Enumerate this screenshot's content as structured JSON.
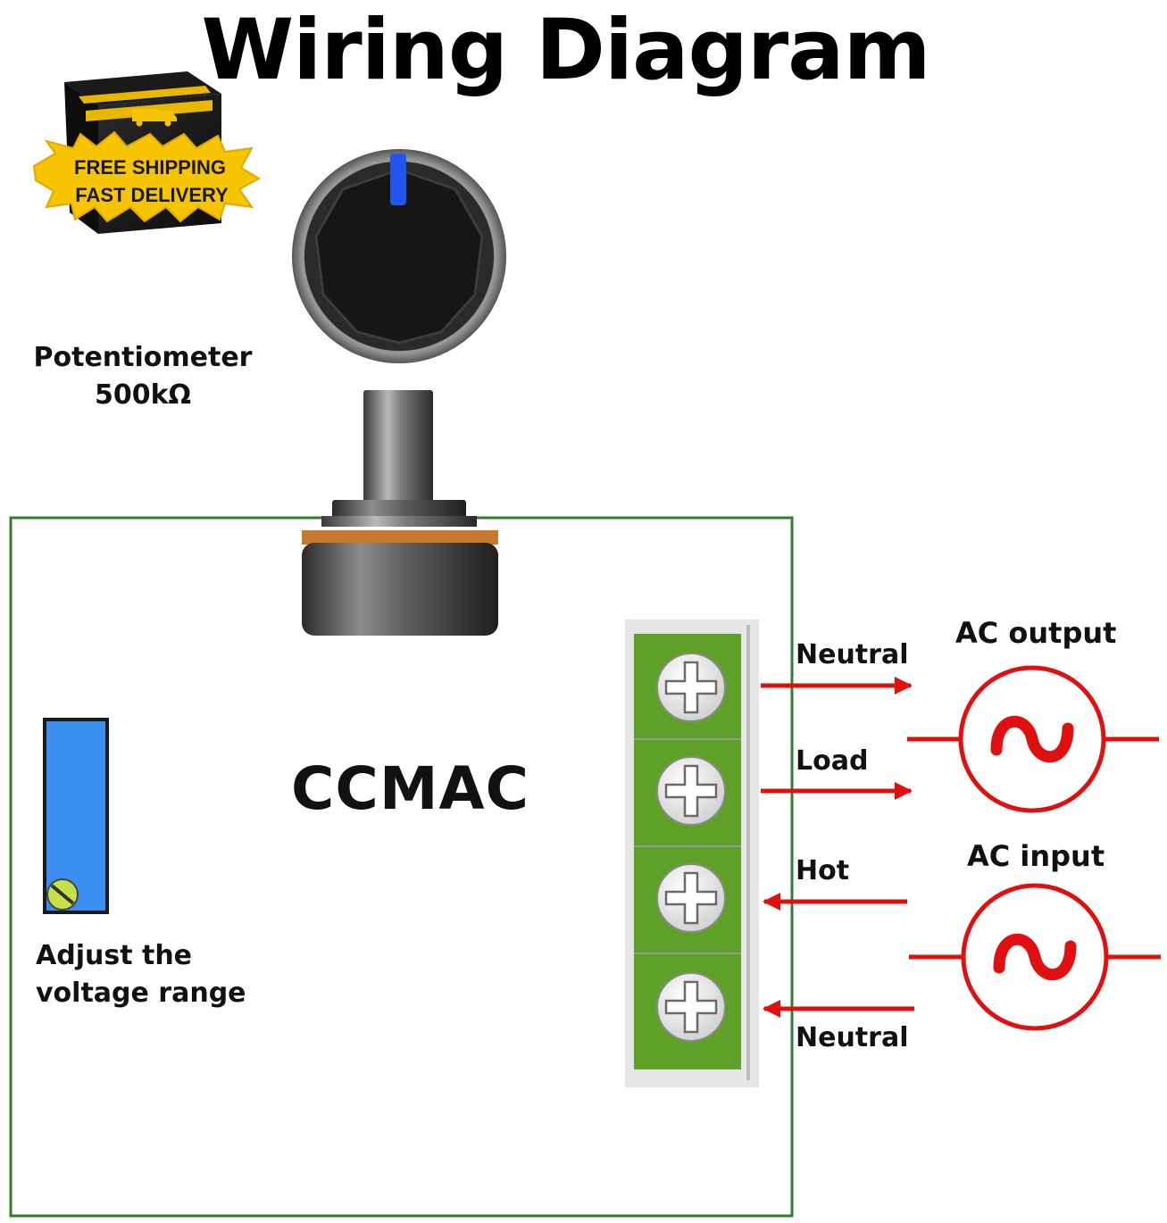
{
  "title": "Wiring Diagram",
  "badge": {
    "line1": "FREE SHIPPING",
    "line2": "FAST DELIVERY"
  },
  "potentiometer": {
    "label": "Potentiometer",
    "value": "500kΩ"
  },
  "adjust": {
    "line1": "Adjust the",
    "line2": "voltage range"
  },
  "device_name": "CCMAC",
  "terminals": {
    "neutral_out": "Neutral",
    "load": "Load",
    "hot": "Hot",
    "neutral_in": "Neutral"
  },
  "sources": {
    "output": "AC output",
    "input": "AC input"
  },
  "colors": {
    "board_border": "#2e7d32",
    "terminal_green": "#5fa128",
    "wire_red": "#e01010",
    "trimmer_blue": "#3b8ef0",
    "knob_indicator": "#2255ee",
    "badge_yellow": "#f6c400"
  }
}
